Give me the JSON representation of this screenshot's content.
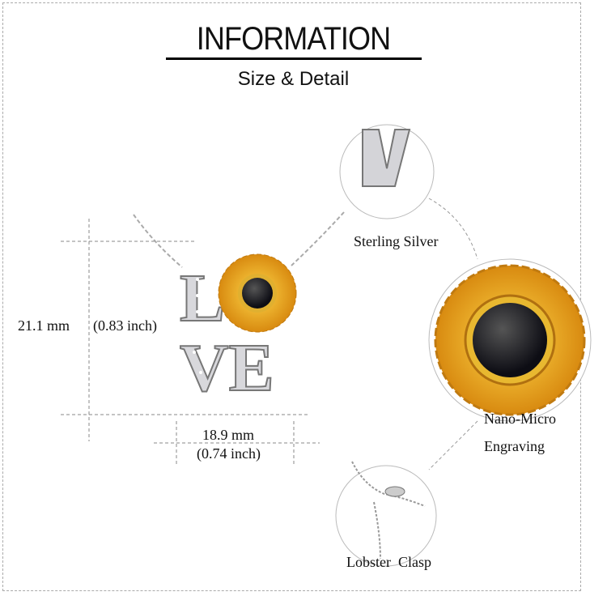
{
  "header": {
    "title": "INFORMATION",
    "subtitle": "Size & Detail"
  },
  "dimensions": {
    "height_mm": "21.1 mm",
    "height_inch": "(0.83 inch)",
    "width_mm": "18.9 mm",
    "width_inch": "(0.74 inch)"
  },
  "product": {
    "letters": "LOVE"
  },
  "details": [
    {
      "label": "Sterling Silver"
    },
    {
      "label": "Nano-Micro",
      "label2": "Engraving"
    },
    {
      "label": "Lobster  Clasp"
    }
  ],
  "colors": {
    "gold": "#e8a818",
    "silver": "#c8c8cc",
    "stone": "#1a1a22"
  }
}
